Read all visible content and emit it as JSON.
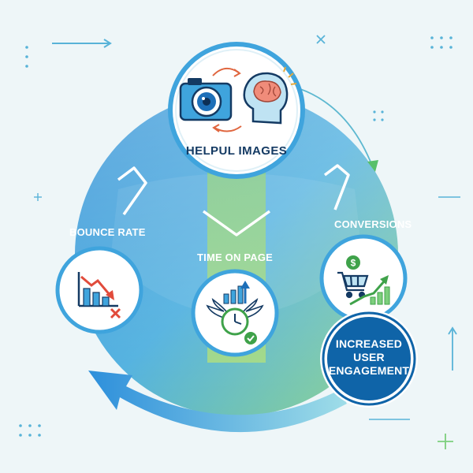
{
  "labels": {
    "helpful_images": "HELPUL IMAGES",
    "bounce_rate": "BOUNCE RATE",
    "time_on_page": "TIME ON PAGE",
    "conversions": "CONVERSIONS",
    "engagement": "INCREASED USER ENGAGEMENT"
  },
  "icons": {
    "helpful_images": [
      "camera-icon",
      "brain-head-icon",
      "cycle-arrows-icon"
    ],
    "bounce_rate": [
      "declining-chart-icon",
      "x-mark-icon"
    ],
    "time_on_page": [
      "bar-chart-icon",
      "winged-clock-icon",
      "check-icon"
    ],
    "conversions": [
      "dollar-icon",
      "shopping-cart-icon",
      "growth-chart-icon"
    ]
  },
  "colors": {
    "background": "#eef6f8",
    "ring_blue": "#3fa4dd",
    "ring_green": "#8fd28a",
    "accent_navy": "#143a63",
    "engagement_fill": "#0f64a8",
    "decline_red": "#e14b3b",
    "growth_green": "#3fa24a"
  }
}
